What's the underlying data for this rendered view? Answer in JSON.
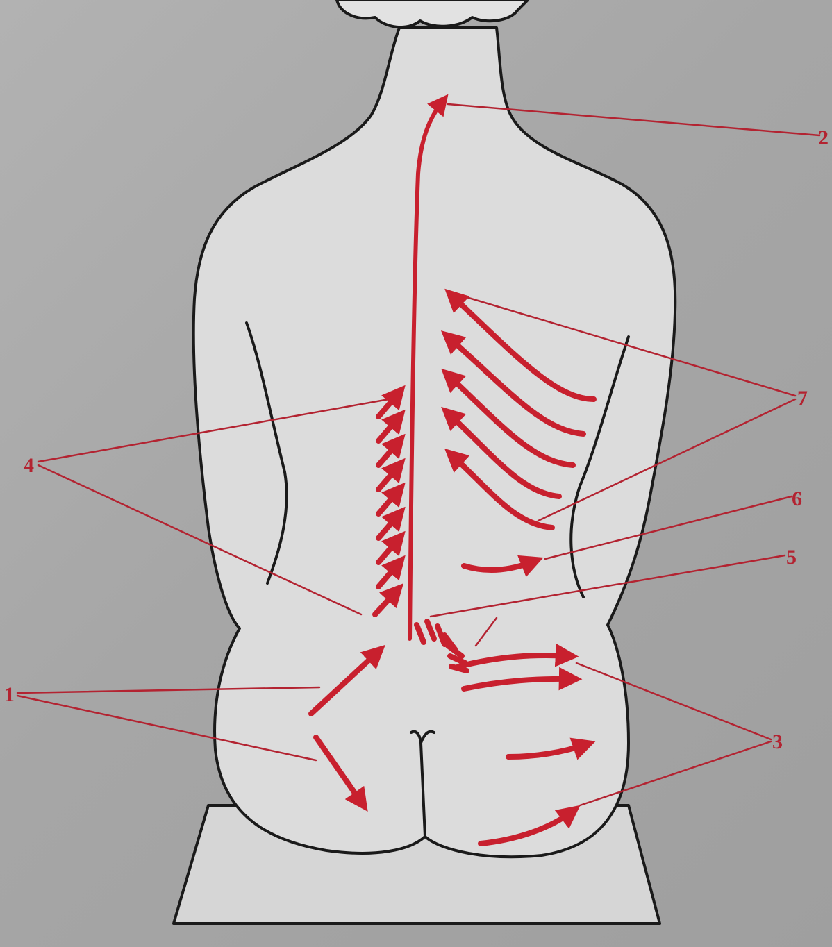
{
  "figure": {
    "callouts": [
      {
        "id": "c1",
        "label": "1"
      },
      {
        "id": "c2",
        "label": "2"
      },
      {
        "id": "c3",
        "label": "3"
      },
      {
        "id": "c4",
        "label": "4"
      },
      {
        "id": "c5",
        "label": "5"
      },
      {
        "id": "c6",
        "label": "6"
      },
      {
        "id": "c7",
        "label": "7"
      }
    ]
  },
  "colors": {
    "background": "#a9a9a9",
    "body": "#dcdcdc",
    "outline": "#1a1a1a",
    "arrow": "#c8202e",
    "leader": "#b32331"
  }
}
